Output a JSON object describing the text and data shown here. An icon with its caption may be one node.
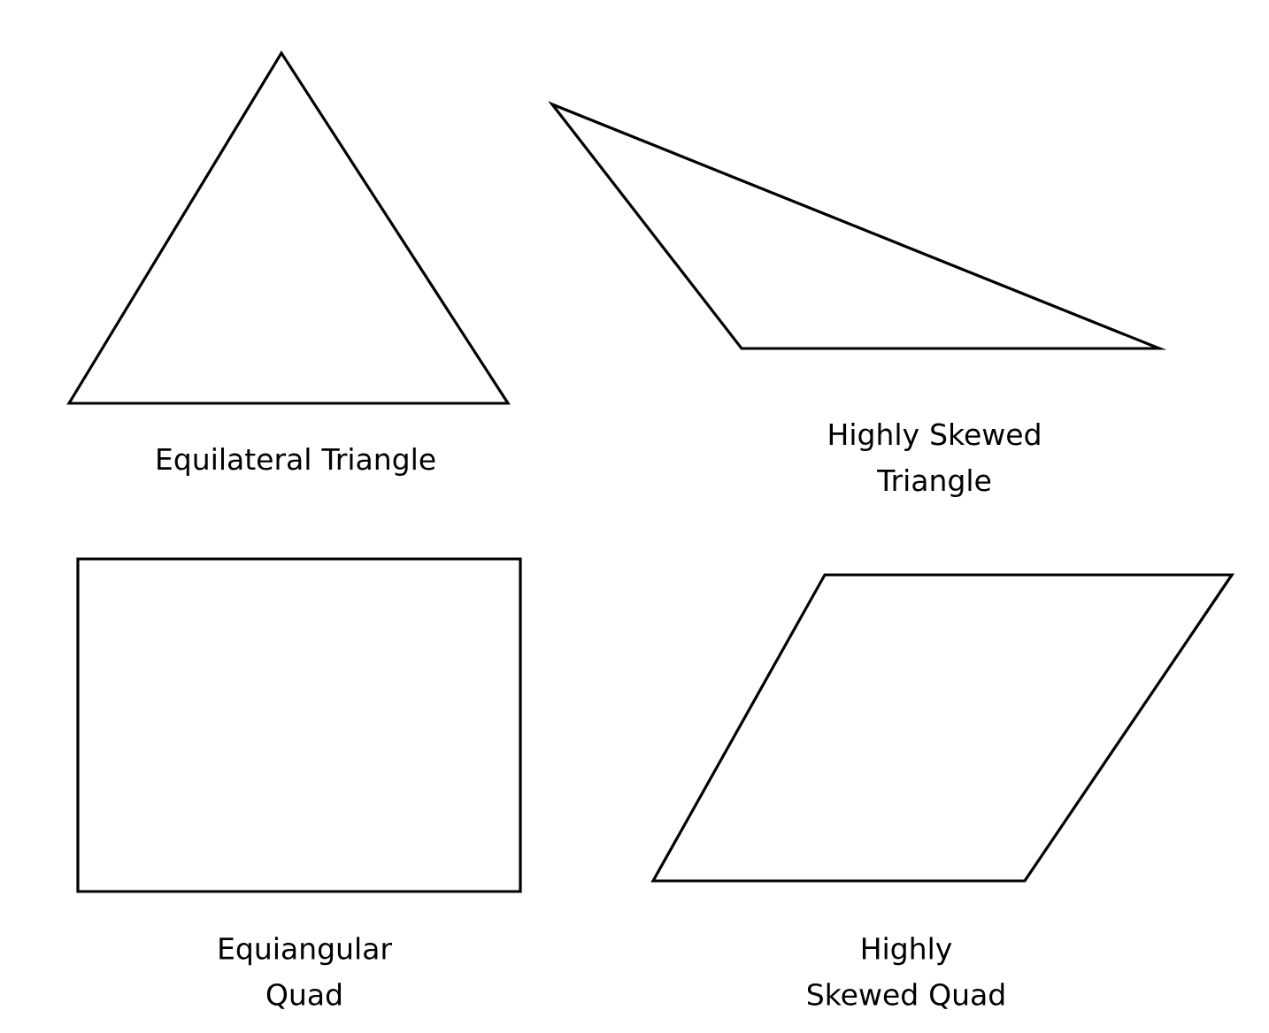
{
  "diagram": {
    "nodes": [
      {
        "text": [],
        "shape": "triangle",
        "beside": [
          "Equilateral Triangle"
        ]
      },
      {
        "text": [],
        "shape": "triangle",
        "beside": [
          "Highly Skewed Triangle"
        ]
      },
      {
        "text": [],
        "shape": "box",
        "beside": [
          "Equiangular Quad"
        ]
      },
      {
        "text": [],
        "shape": "parallelogram",
        "beside": [
          "Highly Skewed Quad"
        ]
      }
    ]
  }
}
